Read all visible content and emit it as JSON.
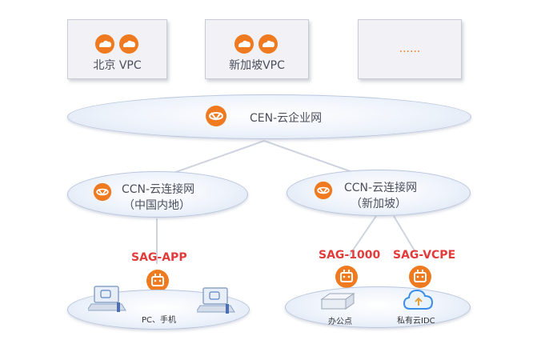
{
  "vpcs": [
    {
      "label": "北京 VPC"
    },
    {
      "label": "新加坡VPC"
    },
    {
      "label": "......"
    }
  ],
  "cen": {
    "label": "CEN-云企业网"
  },
  "ccn": [
    {
      "line1": "CCN-云连接网",
      "line2": "（中国内地）"
    },
    {
      "line1": "CCN-云连接网",
      "line2": "（新加坡）"
    }
  ],
  "sag": {
    "app": "SAG-APP",
    "s1000": "SAG-1000",
    "vcpe": "SAG-VCPE"
  },
  "endpoints": {
    "pc_phone": "PC、手机",
    "office": "办公点",
    "idc": "私有云IDC"
  },
  "colors": {
    "accent": "#f07a1f",
    "sag_text": "#e23b3b",
    "cloud_icon": "#3a8ee6"
  }
}
